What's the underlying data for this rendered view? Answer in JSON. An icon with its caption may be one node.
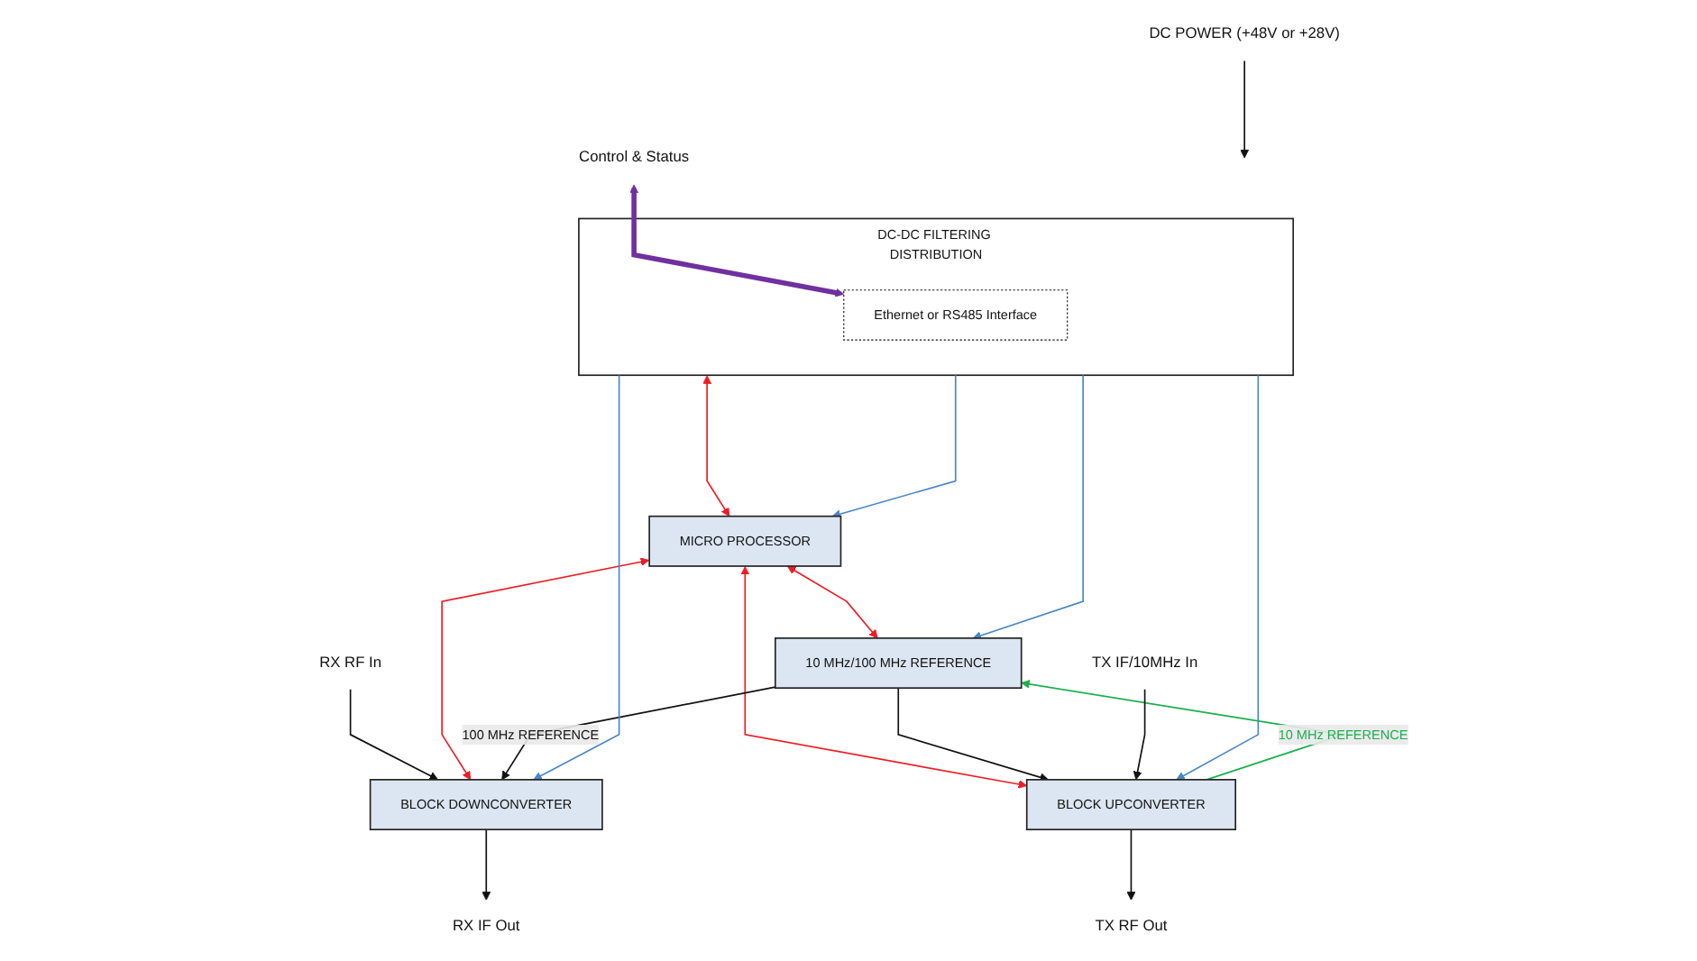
{
  "diagram": {
    "nodes": [
      {
        "text": [
          "RX RF In"
        ]
      },
      {
        "text": [
          "BLOCK DOWNCONVERTER"
        ]
      },
      {
        "text": [
          "RX IF Out"
        ]
      },
      {
        "text": [
          "Control & Status"
        ]
      },
      {
        "text": [
          "DC-DC FILTERING DISTRIBUTION"
        ]
      },
      {
        "text": [
          "Ethernet or RS485 Interface"
        ],
        "in": 4
      },
      {
        "text": [
          "DC POWER (+48V or +28V)"
        ]
      },
      {
        "text": [
          "MICRO PROCESSOR"
        ]
      },
      {
        "text": [
          "10 MHz/100 MHz REFERENCE"
        ]
      },
      {
        "text": [
          "TX RF Out"
        ]
      },
      {
        "text": [
          "BLOCK UPCONVERTER"
        ]
      },
      {
        "text": [
          "TX IF/10MHz In"
        ]
      }
    ],
    "edges": [
      {
        "from": 0,
        "to": 1,
        "arrow": "to"
      },
      {
        "from": 1,
        "to": 2,
        "arrow": "to"
      },
      {
        "from": 3,
        "to": 5,
        "arrow": "both",
        "style": "thick",
        "color": "#7030a0"
      },
      {
        "from": 6,
        "to": 4,
        "arrow": "to"
      },
      {
        "from": 4,
        "to": 1,
        "arrow": "to",
        "color": "#4a86c8"
      },
      {
        "from": 4,
        "to": 8,
        "arrow": "to",
        "color": "#4a86c8"
      },
      {
        "from": 4,
        "to": 7,
        "arrow": "both",
        "color": "#ee1c24"
      },
      {
        "from": 4,
        "to": 7,
        "arrow": "to",
        "color": "#4a86c8"
      },
      {
        "from": 4,
        "to": 10,
        "arrow": "to",
        "color": "#4a86c8"
      },
      {
        "from": 7,
        "to": 1,
        "arrow": "both",
        "color": "#ee1c24"
      },
      {
        "from": 7,
        "to": 8,
        "arrow": "both",
        "color": "#ee1c24"
      },
      {
        "from": 7,
        "to": 10,
        "arrow": "both",
        "color": "#ee1c24"
      },
      {
        "from": 10,
        "to": 8,
        "arrow": "to",
        "label": "10 MHz REFERENCE",
        "color": "#1aaf4b"
      },
      {
        "from": 8,
        "to": 1,
        "arrow": "to",
        "label": "100 MHz REFERENCE"
      },
      {
        "from": 8,
        "to": 10,
        "arrow": "to"
      },
      {
        "from": 10,
        "to": 9,
        "arrow": "to"
      },
      {
        "from": 11,
        "to": 10,
        "arrow": "to"
      }
    ]
  }
}
